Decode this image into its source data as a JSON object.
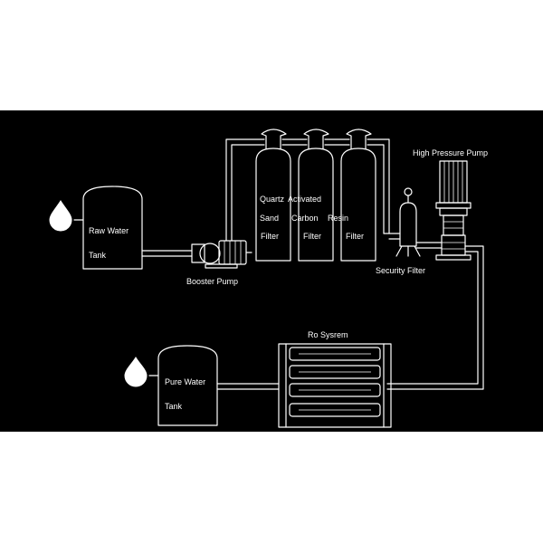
{
  "colors": {
    "page": "#ffffff",
    "panel": "#000000",
    "line": "#ffffff"
  },
  "labels": {
    "raw_tank_line1": "Raw Water",
    "raw_tank_line2": "Tank",
    "booster_pump": "Booster Pump",
    "filter_row1_quartz": "Quartz",
    "filter_row1_activated": "Activated",
    "filter_row2_sand": "Sand",
    "filter_row2_carbon": "Carbon",
    "filter_row2_resin": "Resin",
    "filter1_bottom": "Filter",
    "filter2_bottom": "Filter",
    "filter3_bottom": "Filter",
    "security_filter": "Security Filter",
    "high_pressure_pump": "High Pressure Pump",
    "ro_system": "Ro Sysrem",
    "pure_tank_line1": "Pure Water",
    "pure_tank_line2": "Tank"
  },
  "icons": [
    "water-drop-icon",
    "water-drop-icon"
  ]
}
